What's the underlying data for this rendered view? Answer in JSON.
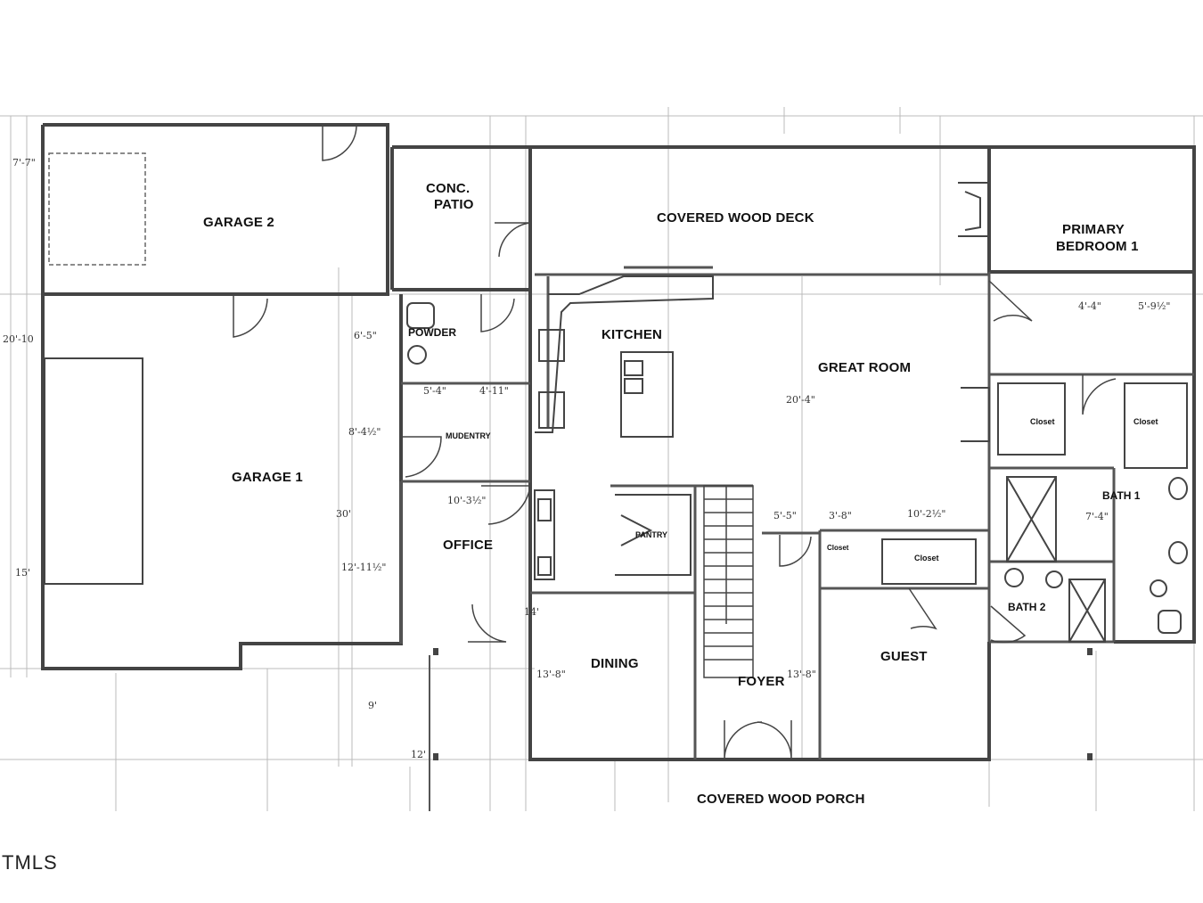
{
  "rooms": {
    "garage2": "GARAGE 2",
    "garage1": "GARAGE 1",
    "conc_patio_1": "CONC.",
    "conc_patio_2": "PATIO",
    "covered_wood_deck": "COVERED WOOD DECK",
    "primary_bedroom_1": "PRIMARY",
    "primary_bedroom_2": "BEDROOM 1",
    "powder": "POWDER",
    "kitchen": "KITCHEN",
    "great_room": "GREAT ROOM",
    "mudentry": "MUDENTRY",
    "office": "OFFICE",
    "pantry": "PANTRY",
    "dining": "DINING",
    "foyer": "FOYER",
    "guest": "GUEST",
    "bath1": "BATH 1",
    "bath2": "BATH 2",
    "closet_a": "Closet",
    "closet_b": "Closet",
    "closet_c": "Closet",
    "closet_d": "Closet",
    "covered_wood_porch": "COVERED WOOD PORCH"
  },
  "dimensions": {
    "d_7_7": "7'-7\"",
    "d_20_10": "20'-10",
    "d_15": "15'",
    "d_6_5": "6'-5\"",
    "d_8_4": "8'-4½\"",
    "d_30": "30'",
    "d_12_11": "12'-11½\"",
    "d_5_4": "5'-4\"",
    "d_4_11": "4'-11\"",
    "d_10_3": "10'-3½\"",
    "d_13_8a": "13'-8\"",
    "d_13_8b": "13'-8\"",
    "d_20_4": "20'-4\"",
    "d_5_5": "5'-5\"",
    "d_3_8": "3'-8\"",
    "d_10_2": "10'-2½\"",
    "d_4_4": "4'-4\"",
    "d_5_9": "5'-9½\"",
    "d_7_4": "7'-4\"",
    "d_12": "12'",
    "d_9": "9'",
    "d_14": "14'"
  },
  "brand": "TMLS"
}
